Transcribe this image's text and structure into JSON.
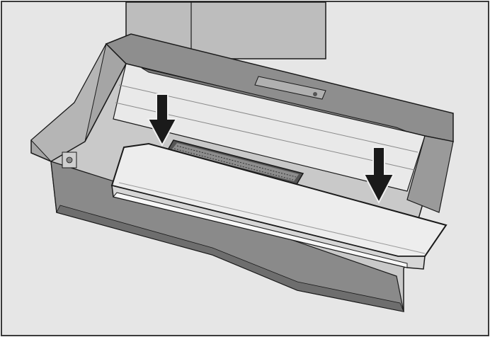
{
  "illustration": {
    "subject": "cooker-hood-grease-filter-installation",
    "colors": {
      "background": "#e6e6e6",
      "frame": "#3a3a3a",
      "chimney": "#bdbdbd",
      "hood_body": "#9a9a9a",
      "hood_dark": "#6e6e6e",
      "panel": "#ececec",
      "arrow": "#1a1a1a",
      "outline": "#1a1a1a"
    },
    "arrows": [
      {
        "direction": "down",
        "meaning": "insert-filter-left"
      },
      {
        "direction": "down",
        "meaning": "insert-filter-right"
      }
    ]
  }
}
